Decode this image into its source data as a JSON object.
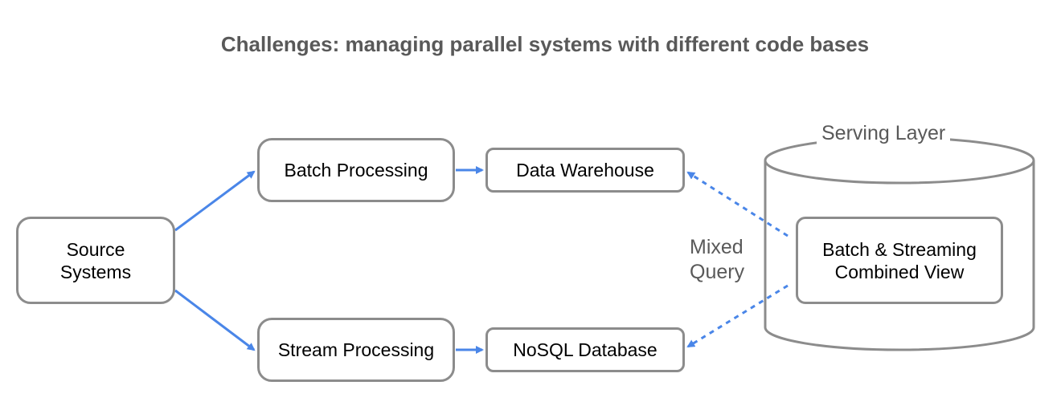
{
  "title": "Challenges: managing parallel systems with different code bases",
  "nodes": {
    "source": "Source\nSystems",
    "batch": "Batch Processing",
    "stream": "Stream Processing",
    "data_warehouse": "Data Warehouse",
    "nosql": "NoSQL Database",
    "combined_view": "Batch & Streaming\nCombined View"
  },
  "serving_layer_label": "Serving Layer",
  "mixed_query_label": "Mixed\nQuery",
  "colors": {
    "arrow": "#4a86e8",
    "border": "#8c8c8c",
    "title_text": "#595959"
  }
}
